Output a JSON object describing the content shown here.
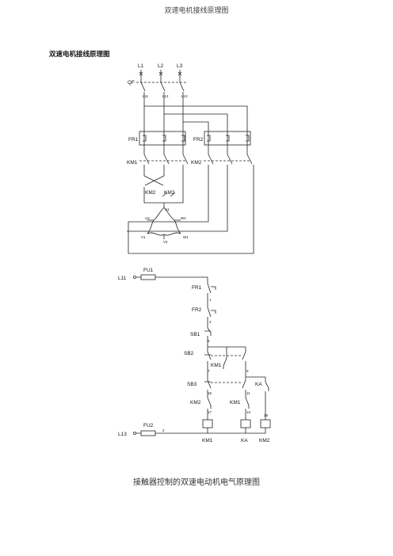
{
  "header": {
    "title": "双速电机接线原理图"
  },
  "section": {
    "title": "双速电机接线原理图"
  },
  "main_circuit": {
    "phases": [
      "L1",
      "L2",
      "L3"
    ],
    "breaker": "QF",
    "lines": [
      "L11",
      "L12",
      "L13"
    ],
    "overloads": [
      "FR1",
      "FR2"
    ],
    "contactors": [
      "KM1",
      "KM2"
    ],
    "star_contacts": [
      "KM2",
      "KM2"
    ],
    "terminals": [
      "U1",
      "U2",
      "W2",
      "V1",
      "V2",
      "W1"
    ]
  },
  "control_circuit": {
    "fuses": [
      "FU1",
      "FU2"
    ],
    "lines": [
      "L11",
      "L13"
    ],
    "overloads": [
      "FR1",
      "FR2"
    ],
    "buttons": [
      "SB1",
      "SB2",
      "SB3"
    ],
    "interlocks": [
      "KM1",
      "KM2",
      "KM1",
      "KA"
    ],
    "wire_numbers": [
      "1",
      "3",
      "5",
      "7",
      "9",
      "15",
      "11",
      "17",
      "13",
      "19",
      "2"
    ],
    "coils": [
      "KM1",
      "KA",
      "KM2"
    ]
  },
  "caption": "接触器控制的双速电动机电气原理图"
}
